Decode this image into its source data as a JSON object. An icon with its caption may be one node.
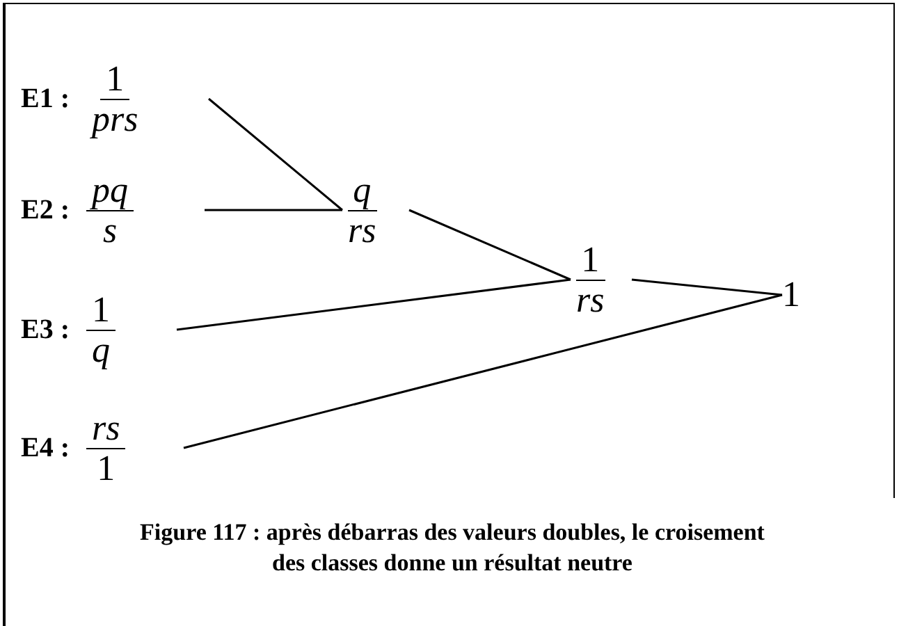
{
  "diagram": {
    "caption": "Figure 117 : après débarras des valeurs doubles, le croisement des classes donne un résultat neutre",
    "nodes": [
      {
        "text": [
          "E1 :",
          "1",
          "*prs*"
        ]
      },
      {
        "text": [
          "E2 :",
          "*pq*",
          "*s*"
        ]
      },
      {
        "text": [
          "E3 :",
          "1",
          "*q*"
        ]
      },
      {
        "text": [
          "E4 :",
          "*rs*",
          "1"
        ]
      },
      {
        "text": [
          "*q*",
          "*rs*"
        ]
      },
      {
        "text": [
          "1",
          "*rs*"
        ]
      },
      {
        "text": [
          "1"
        ]
      }
    ],
    "edges": [
      {
        "from": 0,
        "to": 4,
        "arrow": "none"
      },
      {
        "from": 1,
        "to": 4,
        "arrow": "none"
      },
      {
        "from": 4,
        "to": 5,
        "arrow": "none"
      },
      {
        "from": 2,
        "to": 5,
        "arrow": "none"
      },
      {
        "from": 5,
        "to": 6,
        "arrow": "none"
      },
      {
        "from": 3,
        "to": 6,
        "arrow": "none"
      }
    ]
  }
}
